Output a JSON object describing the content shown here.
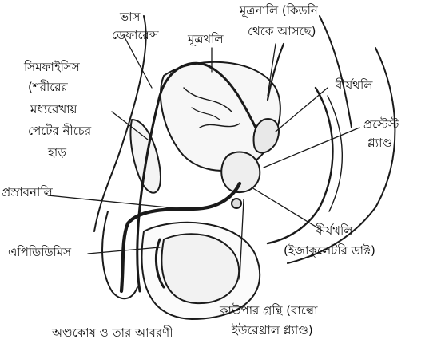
{
  "labels": {
    "vas_line1": "ভাস",
    "vas_line2": "ডেফারেন্স",
    "urinary_bladder": "মূত্রথলি",
    "ureter_line1": "মূত্রনালি (কিডনি",
    "ureter_line2": "থেকে আসছে)",
    "symphysis_line1": "সিমফাইসিস",
    "symphysis_line2": "(শরীরের",
    "symphysis_line3": "মধ্যরেখায়",
    "symphysis_line4": "পেটের নীচের",
    "symphysis_line5": "হাড়",
    "seminal_vesicle_top": "বীর্যথলি",
    "prostate_line1": "প্রস্টেস্ট",
    "prostate_line2": "গ্ল্যাণ্ড",
    "urethra": "প্রস্রাবনালি",
    "seminal_vesicle_bottom": "বীর্যথলি",
    "ejaculatory_duct": "(ইজাকুলেটরি ডাক্ট)",
    "epididymis": "এপিডিডিমিস",
    "cowper_line1": "কাউপার গ্রন্থি (বাল্বো",
    "cowper_line2": "ইউরেথ্রাল গ্ল্যাণ্ড)",
    "scrotum": "অণ্ডকোষ ও তার আবরণী"
  }
}
